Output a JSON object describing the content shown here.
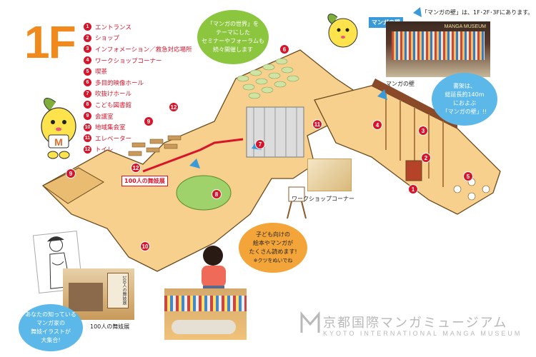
{
  "floor": "1F",
  "legend": [
    {
      "num": "1",
      "label": "エントランス"
    },
    {
      "num": "2",
      "label": "ショップ"
    },
    {
      "num": "3",
      "label": "インフォメーション／救急対応場所"
    },
    {
      "num": "4",
      "label": "ワークショップコーナー"
    },
    {
      "num": "5",
      "label": "喫茶"
    },
    {
      "num": "6",
      "label": "多目的映像ホール"
    },
    {
      "num": "7",
      "label": "吹抜けホール"
    },
    {
      "num": "8",
      "label": "こども図書館"
    },
    {
      "num": "9",
      "label": "会議室"
    },
    {
      "num": "10",
      "label": "地域集会室"
    },
    {
      "num": "11",
      "label": "エレベーター"
    },
    {
      "num": "12",
      "label": "トイレ"
    }
  ],
  "bubbles": {
    "seminar": [
      "「マンガの世界」を",
      "テーマにした",
      "セミナーやフォーラムも",
      "続々開催します"
    ],
    "manga_wall": [
      "書架は、",
      "総延長約140m",
      "におよぶ",
      "「マンガの壁」!!"
    ],
    "children": [
      "子ども向けの",
      "絵本やマンガが",
      "たくさん読めます!",
      "※クツをぬいでね"
    ],
    "artists": [
      "あなたの知っている",
      "マンガ家の",
      "舞妓イラストが",
      "大集合!"
    ]
  },
  "labels": {
    "manga_wall_tag": "マンガの壁",
    "manga_wall_note": "「マンガの壁」は、1F･2F･3Fにあります。",
    "manga_wall_caption": "マンガの壁",
    "workshop_caption": "ワークショップコーナー",
    "maiko_caption": "100人の舞妓展",
    "maiko_map_tag": "100人の舞妓展",
    "photo_sign": "MANGA MUSEUM",
    "poster_text": "100人の舞妓展"
  },
  "logo": {
    "jp": "京都国際マンガミュージアム",
    "en": "KYOTO INTERNATIONAL MANGA MUSEUM"
  },
  "colors": {
    "accent_orange": "#f08a1c",
    "marker_red": "#d8142a",
    "bubble_green": "#8cc63f",
    "bubble_blue": "#5bb8e8",
    "bubble_orange": "#f3a53a"
  }
}
